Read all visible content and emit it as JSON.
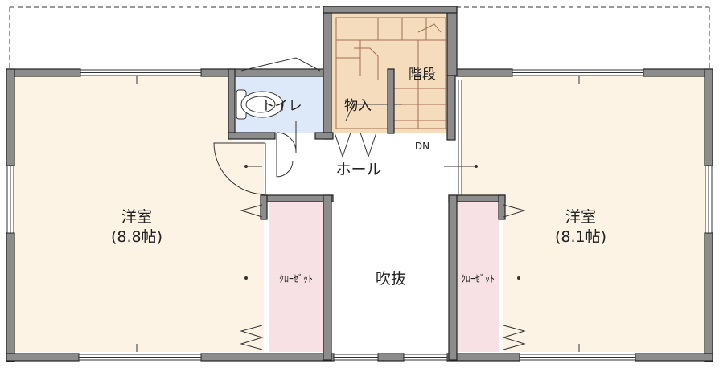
{
  "plan": {
    "rooms": {
      "western_left": {
        "name": "洋室",
        "size": "(8.8帖)"
      },
      "western_right": {
        "name": "洋室",
        "size": "(8.1帖)"
      },
      "toilet": {
        "name": "トイレ"
      },
      "storage": {
        "name": "物入"
      },
      "stairs": {
        "name": "階段",
        "direction": "DN"
      },
      "hall": {
        "name": "ホール"
      },
      "void": {
        "name": "吹抜"
      },
      "closet_left": {
        "name": "ｸﾛｰｾﾞｯﾄ"
      },
      "closet_right": {
        "name": "ｸﾛｰｾﾞｯﾄ"
      }
    },
    "colors": {
      "room_floor": "#fdf3e4",
      "closet_floor": "#f7e1e4",
      "toilet_floor": "#dde9f8",
      "hall_floor": "#ffffff",
      "stair_floor": "#f5dcbc",
      "wall": "#8c8c8c",
      "wall_outline": "#222222"
    }
  }
}
